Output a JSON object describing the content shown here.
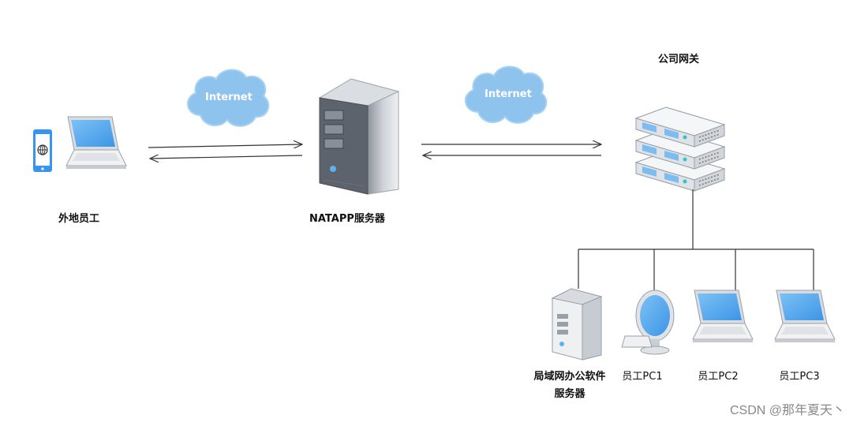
{
  "nodes": {
    "remote_employee": "外地员工",
    "natapp_server": "NATAPP服务器",
    "company_gateway": "公司网关",
    "lan_office_server_line1": "局域网办公软件",
    "lan_office_server_line2": "服务器",
    "pc1": "员工PC1",
    "pc2": "员工PC2",
    "pc3": "员工PC3"
  },
  "clouds": {
    "left": "Internet",
    "right": "Internet"
  },
  "watermark": "CSDN @那年夏天丶",
  "colors": {
    "cloud": "#8ec3ee",
    "screen": "#5aaaf0",
    "server_body": "#e7eaee",
    "server_dark": "#555b64",
    "line": "#333333"
  }
}
